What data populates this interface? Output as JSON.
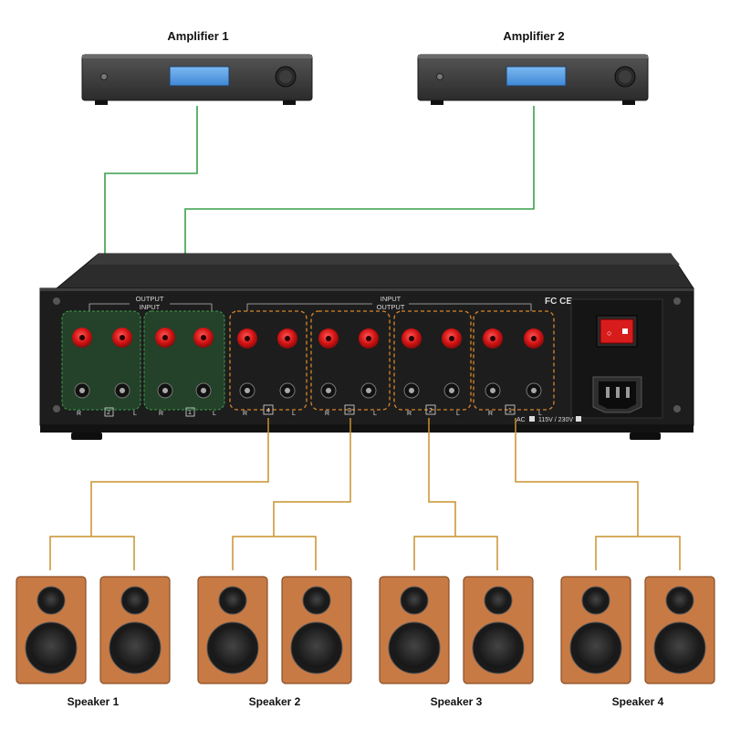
{
  "amplifiers": [
    {
      "label": "Amplifier 1"
    },
    {
      "label": "Amplifier 2"
    }
  ],
  "panel": {
    "output_input": {
      "output": "OUTPUT",
      "input": "INPUT"
    },
    "input_output": {
      "input": "INPUT",
      "output": "OUTPUT"
    },
    "cert": "FC CE",
    "ac_label": "AC",
    "voltage": "115V / 230V",
    "channel_letters": {
      "right": "R",
      "left": "L"
    },
    "amp_group_numbers": [
      "2",
      "1"
    ],
    "speaker_group_numbers": [
      "4",
      "3",
      "2",
      "1"
    ]
  },
  "speakers": [
    {
      "label": "Speaker 1"
    },
    {
      "label": "Speaker 2"
    },
    {
      "label": "Speaker 3"
    },
    {
      "label": "Speaker 4"
    }
  ],
  "colors": {
    "amp_wire": "#3aa04a",
    "speaker_wire": "#c8922e",
    "cabinet": "#c87a45",
    "terminal_red": "#d41414",
    "chassis": "#1d1d1d",
    "lcd": "#5aa2e8"
  }
}
